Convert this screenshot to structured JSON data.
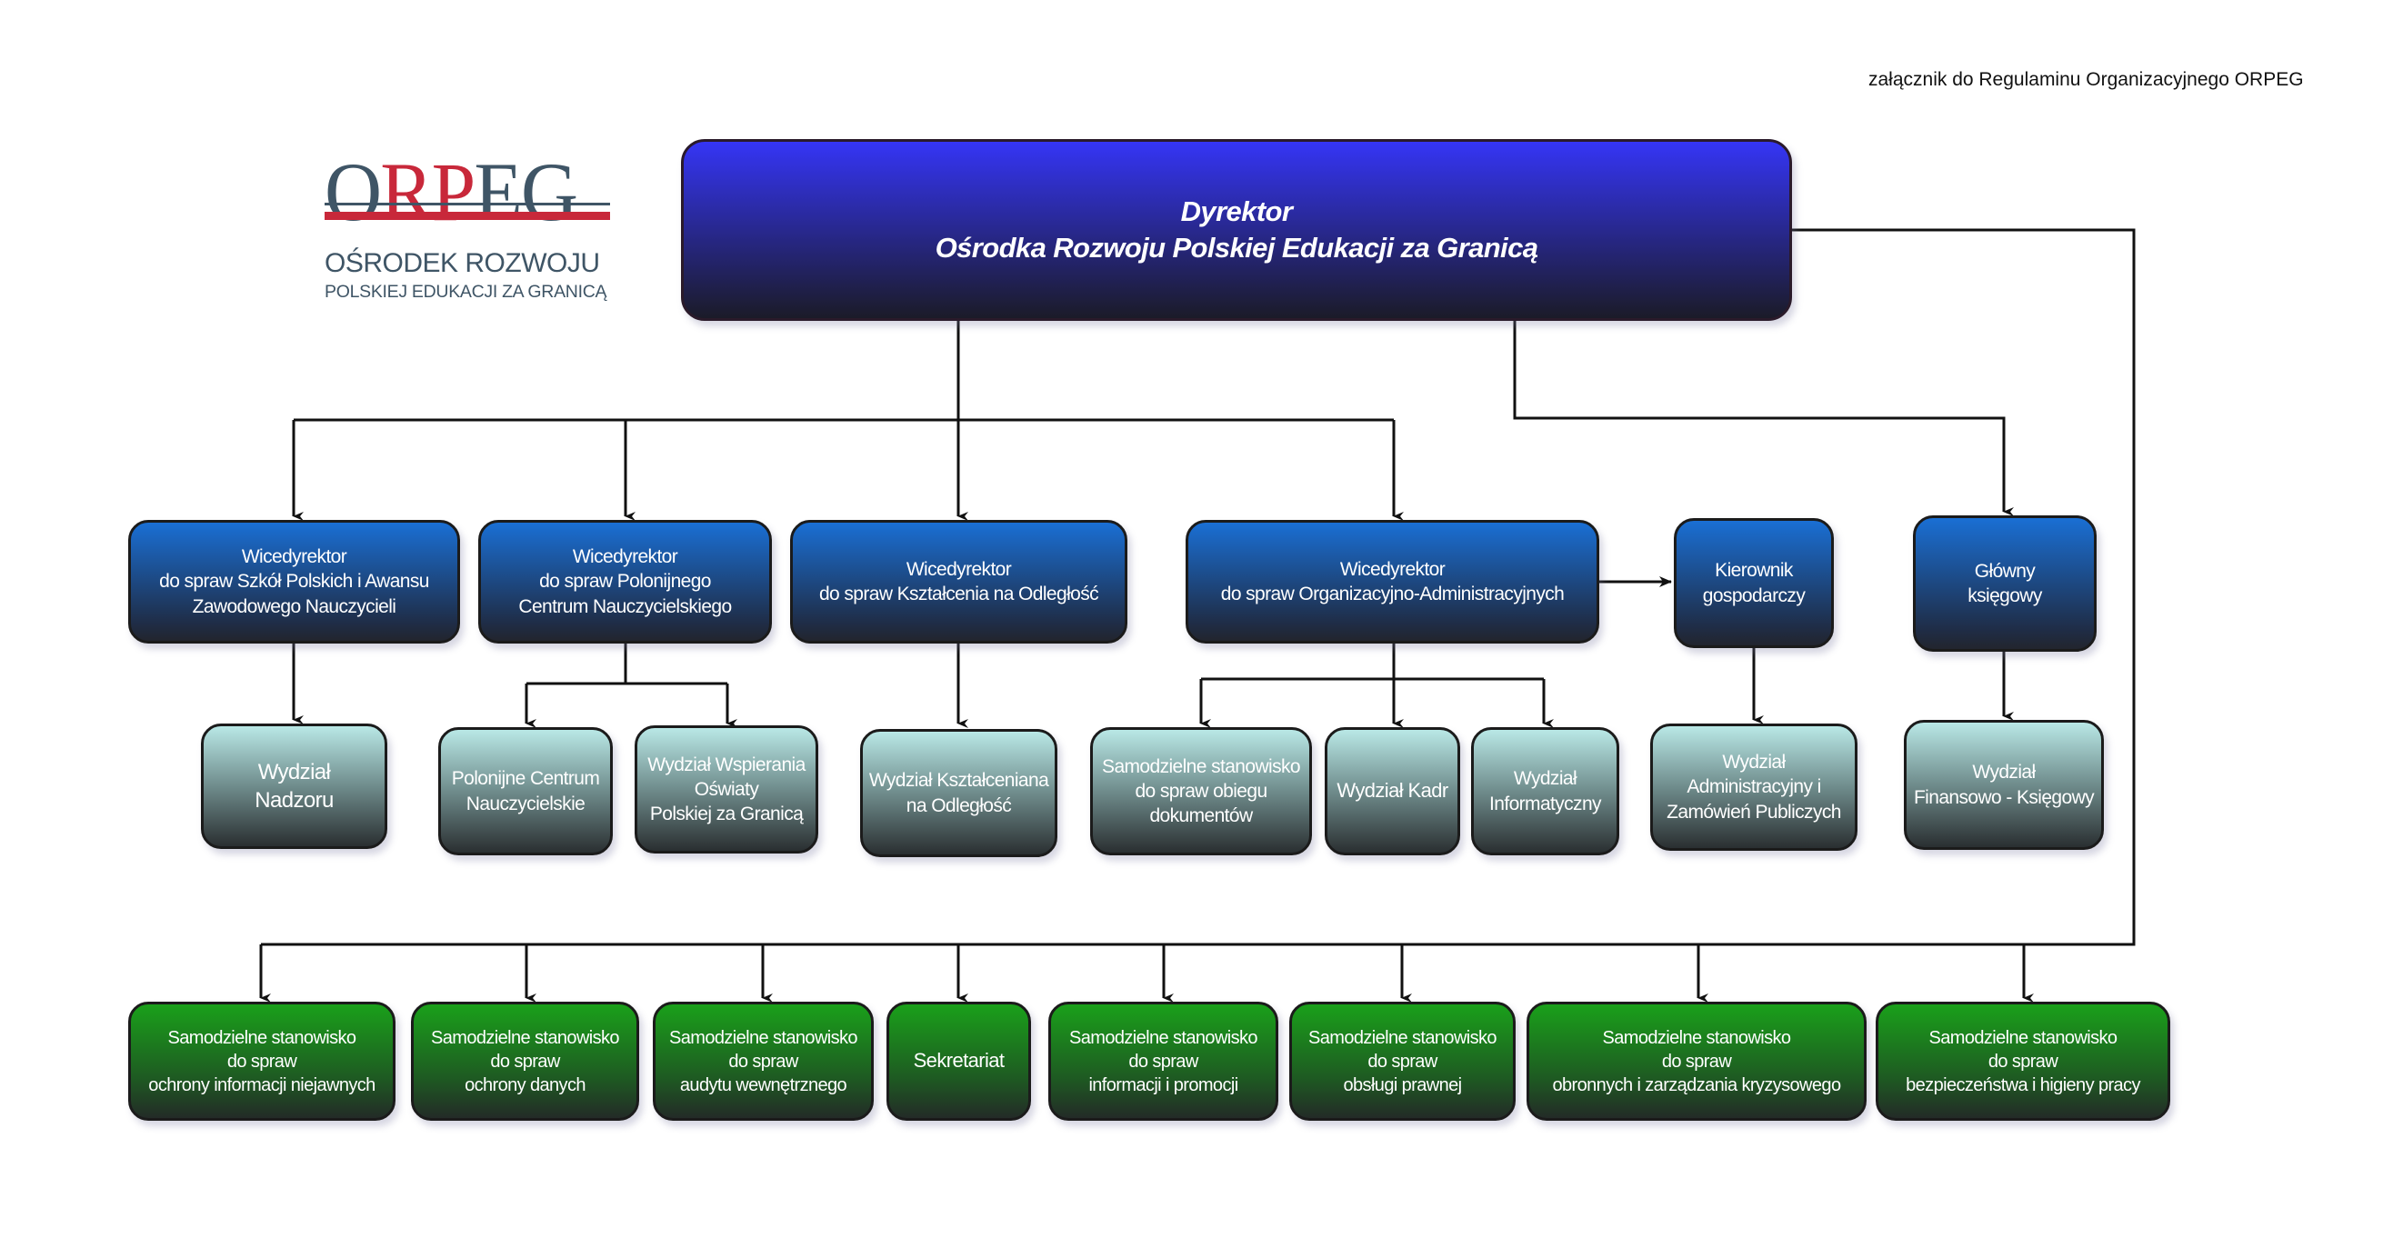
{
  "annex": "załącznik do Regulaminu Organizacyjnego ORPEG",
  "logo": {
    "letters_1": "O",
    "letters_2": "RP",
    "letters_3": "EG",
    "line1": "OŚRODEK ROZWOJU",
    "line2": "POLSKIEJ EDUKACJI ZA GRANICĄ"
  },
  "director": "Dyrektor\nOśrodka Rozwoju Polskiej Edukacji za Granicą",
  "level2": [
    "Wicedyrektor\ndo spraw Szkół Polskich i Awansu\nZawodowego Nauczycieli",
    "Wicedyrektor\ndo spraw Polonijnego\nCentrum Nauczycielskiego",
    "Wicedyrektor\ndo spraw Kształcenia na Odległość",
    "Wicedyrektor\ndo spraw Organizacyjno-Administracyjnych",
    "Kierownik\ngospodarczy",
    "Główny\nksięgowy"
  ],
  "level3": [
    "Wydział\nNadzoru",
    "Polonijne Centrum\nNauczycielskie",
    "Wydział Wspierania\nOświaty\nPolskiej za Granicą",
    "Wydział Kształceniana\nna Odległość",
    "Samodzielne stanowisko\ndo spraw obiegu\ndokumentów",
    "Wydział Kadr",
    "Wydział\nInformatyczny",
    "Wydział\nAdministracyjny i\nZamówień Publiczych",
    "Wydział\nFinansowo - Księgowy"
  ],
  "level4": [
    "Samodzielne stanowisko\ndo spraw\nochrony informacji niejawnych",
    "Samodzielne stanowisko\ndo spraw\nochrony danych",
    "Samodzielne stanowisko\ndo spraw\naudytu wewnętrznego",
    "Sekretariat",
    "Samodzielne stanowisko\ndo spraw\ninformacji i promocji",
    "Samodzielne stanowisko\ndo spraw\nobsługi prawnej",
    "Samodzielne stanowisko\ndo spraw\nobronnych i zarządzania kryzysowego",
    "Samodzielne stanowisko\ndo spraw\nbezpieczeństwa i higieny pracy"
  ],
  "colors": {
    "director": "#3535f5",
    "deputy": "#1a6fd4",
    "department": "#b9e8e6",
    "standalone": "#1aa01a",
    "logo_red": "#c8283a",
    "logo_slate": "#3f5566"
  }
}
